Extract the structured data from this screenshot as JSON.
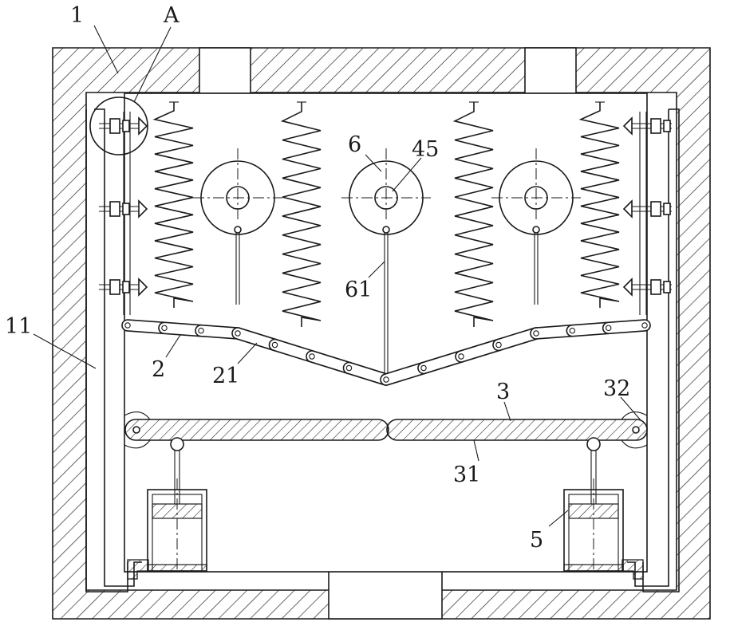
{
  "labels": {
    "housing": "1",
    "detail_a": "A",
    "inner_frame": "11",
    "chain": "2",
    "chain_link": "21",
    "plate": "3",
    "plate_support": "31",
    "hinge": "32",
    "wheel": "6",
    "wheel_axle": "45",
    "rod": "61",
    "cylinder": "5"
  },
  "colors": {
    "line": "#1a1a1a",
    "background": "#ffffff"
  }
}
